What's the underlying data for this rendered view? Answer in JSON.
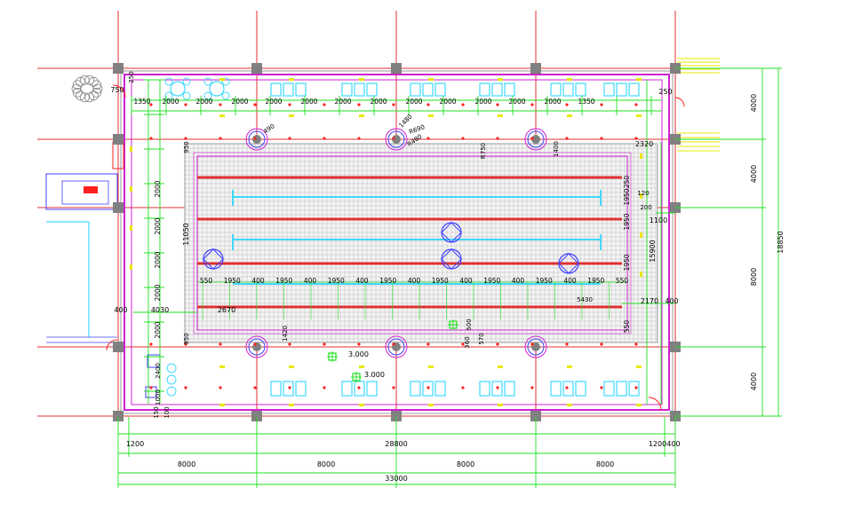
{
  "colors": {
    "grid": "#e03030",
    "wall": "#d020d0",
    "dim": "#20e020",
    "column": "#808080",
    "tile": "#9a9a9a",
    "inner_wall": "#4040ff",
    "furniture": "#40d8ff",
    "door": "#ff2020",
    "yellow": "#e8e800",
    "text": "#000000"
  },
  "dims": {
    "bottom_total": "33000",
    "bottom_inner": "28800",
    "bottom_left": "1200",
    "bottom_right": "1200",
    "bottom_right2": "400",
    "bay1": "8000",
    "bay2": "8000",
    "bay3": "8000",
    "bay4": "8000",
    "right_total": "18850",
    "right_top": "4000",
    "right_mid1": "4000",
    "right_mid2": "8000",
    "right_bottom": "4000",
    "top_row": [
      "1350",
      "2000",
      "2000",
      "2000",
      "2000",
      "2000",
      "2000",
      "2000",
      "2000",
      "2000",
      "2000",
      "2000",
      "2000",
      "1350"
    ],
    "pool_row": [
      "550",
      "1950",
      "400",
      "1950",
      "400",
      "1950",
      "400",
      "1950",
      "400",
      "1950",
      "400",
      "1950",
      "400",
      "1950",
      "400",
      "1950",
      "550"
    ],
    "left_col": [
      "2000",
      "2000",
      "2000",
      "2000",
      "2000"
    ],
    "pool_height": "11050",
    "pool_length": "2320",
    "right_col": [
      "250",
      "1950",
      "1950",
      "1950",
      "550"
    ],
    "misc_1100": "1100",
    "misc_15900": "15900",
    "misc_2170": "2170",
    "misc_400_right": "400",
    "misc_2670": "2670",
    "misc_400_left": "400",
    "misc_4030": "4030",
    "misc_950_top": "950",
    "misc_950_bottom": "950",
    "misc_1420": "1420",
    "misc_750": "750",
    "misc_250_top": "250",
    "misc_250_right": "250",
    "misc_120": "120",
    "misc_200": "200",
    "misc_150": "150",
    "misc_100": "100",
    "misc_2400": "2400",
    "misc_1000": "1000",
    "misc_500": "500",
    "misc_360": "360",
    "misc_570": "570",
    "misc_5430": "5430",
    "misc_1400": "1400",
    "misc_r690": "R690",
    "misc_r480": "R480",
    "misc_r750": "R750",
    "misc_490": "490",
    "misc_1480": "1480",
    "elev_1": "3.000",
    "elev_2": "3.000"
  }
}
